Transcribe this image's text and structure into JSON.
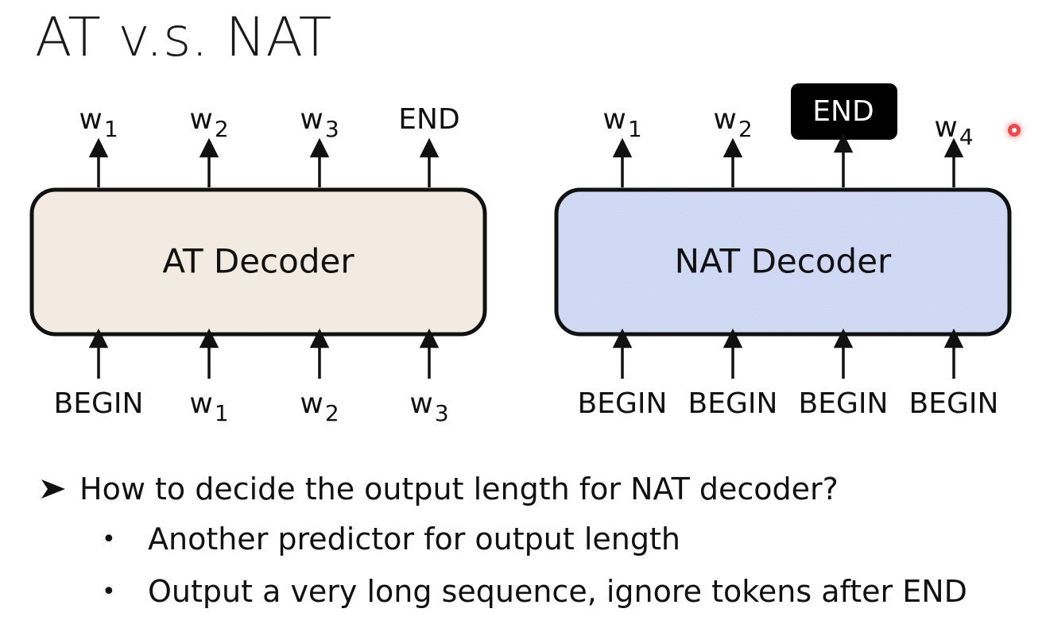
{
  "slide": {
    "title": "AT v.s. NAT"
  },
  "at_decoder": {
    "label": "AT Decoder",
    "fill": "#f4ebe2",
    "outputs": [
      {
        "base": "w",
        "sub": "1"
      },
      {
        "base": "w",
        "sub": "2"
      },
      {
        "base": "w",
        "sub": "3"
      },
      {
        "base": "END",
        "sub": ""
      }
    ],
    "inputs": [
      {
        "base": "BEGIN",
        "sub": ""
      },
      {
        "base": "w",
        "sub": "1"
      },
      {
        "base": "w",
        "sub": "2"
      },
      {
        "base": "w",
        "sub": "3"
      }
    ]
  },
  "nat_decoder": {
    "label": "NAT Decoder",
    "fill": "#c7d8f2",
    "outputs": [
      {
        "base": "w",
        "sub": "1"
      },
      {
        "base": "w",
        "sub": "2"
      },
      {
        "base": "END",
        "sub": "",
        "highlighted": true
      },
      {
        "base": "w",
        "sub": "4"
      }
    ],
    "inputs": [
      {
        "base": "BEGIN",
        "sub": ""
      },
      {
        "base": "BEGIN",
        "sub": ""
      },
      {
        "base": "BEGIN",
        "sub": ""
      },
      {
        "base": "BEGIN",
        "sub": ""
      }
    ]
  },
  "bullets": {
    "main": "How to decide the output length for NAT decoder?",
    "sub": [
      "Another predictor for output length",
      "Output a very long sequence, ignore tokens after END"
    ]
  },
  "colors": {
    "stroke": "#111111",
    "end_highlight": "#000000",
    "end_highlight_text": "#ffffff"
  }
}
